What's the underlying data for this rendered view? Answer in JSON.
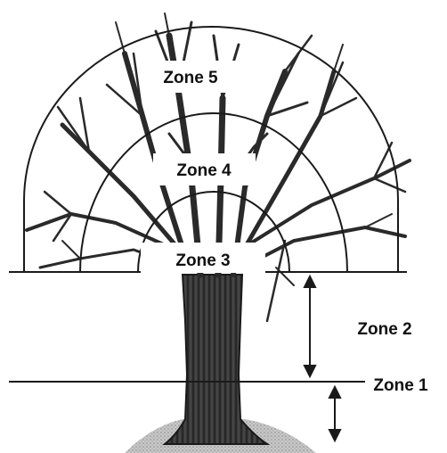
{
  "zones": [
    {
      "label": "Zone 5"
    },
    {
      "label": "Zone 4"
    },
    {
      "label": "Zone 3"
    },
    {
      "label": "Zone 2"
    },
    {
      "label": "Zone 1"
    }
  ],
  "colors": {
    "line": "#1a1a1a",
    "trunk": "#2b2b2b",
    "ground": "#9c9c9c",
    "background": "#ffffff"
  }
}
